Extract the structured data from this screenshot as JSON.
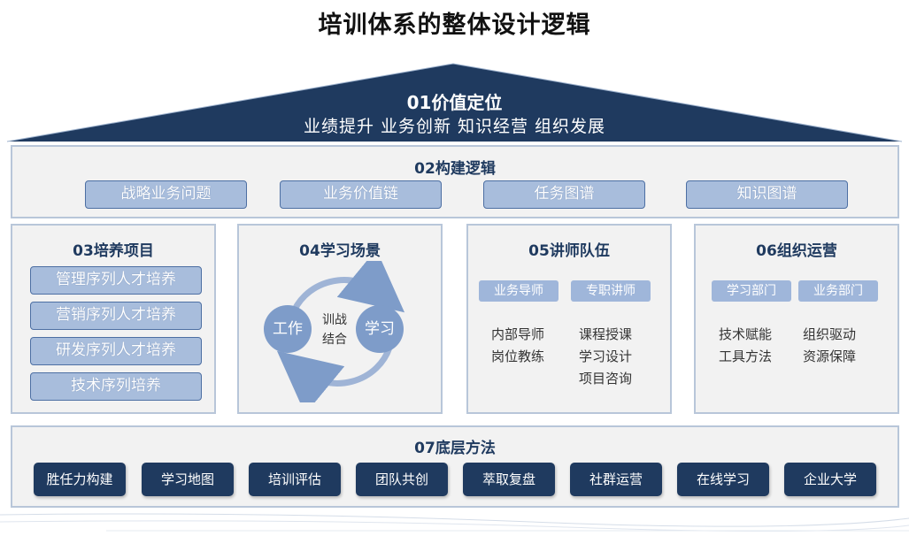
{
  "title": "培训体系的整体设计逻辑",
  "value": {
    "title": "01价值定位",
    "subtitle": "业绩提升 业务创新 知识经营 组织发展"
  },
  "logic": {
    "title": "02构建逻辑",
    "items": [
      "战略业务问题",
      "业务价值链",
      "任务图谱",
      "知识图谱"
    ]
  },
  "projects": {
    "title": "03培养项目",
    "items": [
      "管理序列人才培养",
      "营销序列人才培养",
      "研发序列人才培养",
      "技术序列培养"
    ]
  },
  "scene": {
    "title": "04学习场景",
    "left": "工作",
    "right": "学习",
    "center_line1": "训战",
    "center_line2": "结合"
  },
  "teachers": {
    "title": "05讲师队伍",
    "tags": [
      "业务导师",
      "专职讲师"
    ],
    "left_items": [
      "内部导师",
      "岗位教练"
    ],
    "right_items": [
      "课程授课",
      "学习设计",
      "项目咨询"
    ]
  },
  "operation": {
    "title": "06组织运营",
    "tags": [
      "学习部门",
      "业务部门"
    ],
    "left_items": [
      "技术赋能",
      "工具方法"
    ],
    "right_items": [
      "组织驱动",
      "资源保障"
    ]
  },
  "base": {
    "title": "07底层方法",
    "items": [
      "胜任力构建",
      "学习地图",
      "培训评估",
      "团队共创",
      "萃取复盘",
      "社群运营",
      "在线学习",
      "企业大学"
    ]
  },
  "colors": {
    "roof": "#1f3a5f",
    "panel_border": "#b8c6d9",
    "pill": "#a8bddc",
    "dark_button": "#1f3a5f",
    "circle": "#7e9cc9"
  }
}
